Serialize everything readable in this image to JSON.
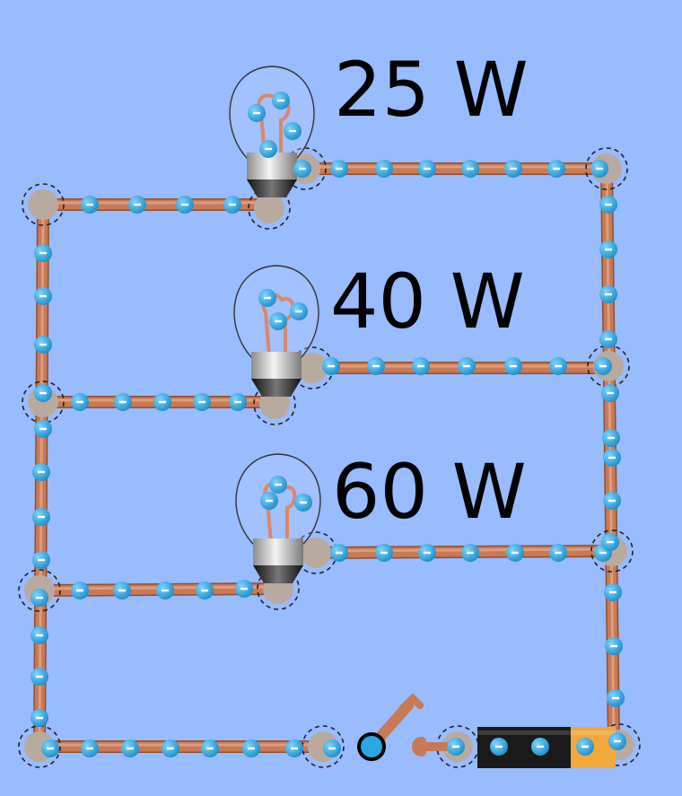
{
  "labels": {
    "bulb_top": "25 W",
    "bulb_middle": "40 W",
    "bulb_bottom": "60 W"
  },
  "colors": {
    "background": "#99bbff",
    "wire": "#c77a55",
    "wire_highlight": "#e7a584",
    "wire_shadow": "#8f4f33",
    "electron": "#2aa7e0",
    "electron_mark": "#ffffff",
    "junction": "#b9aaa0",
    "battery_body": "#1a1a1a",
    "battery_tip": "#f2a93b",
    "socket_metal": "#cfcfcf"
  },
  "switch": {
    "state": "open"
  }
}
